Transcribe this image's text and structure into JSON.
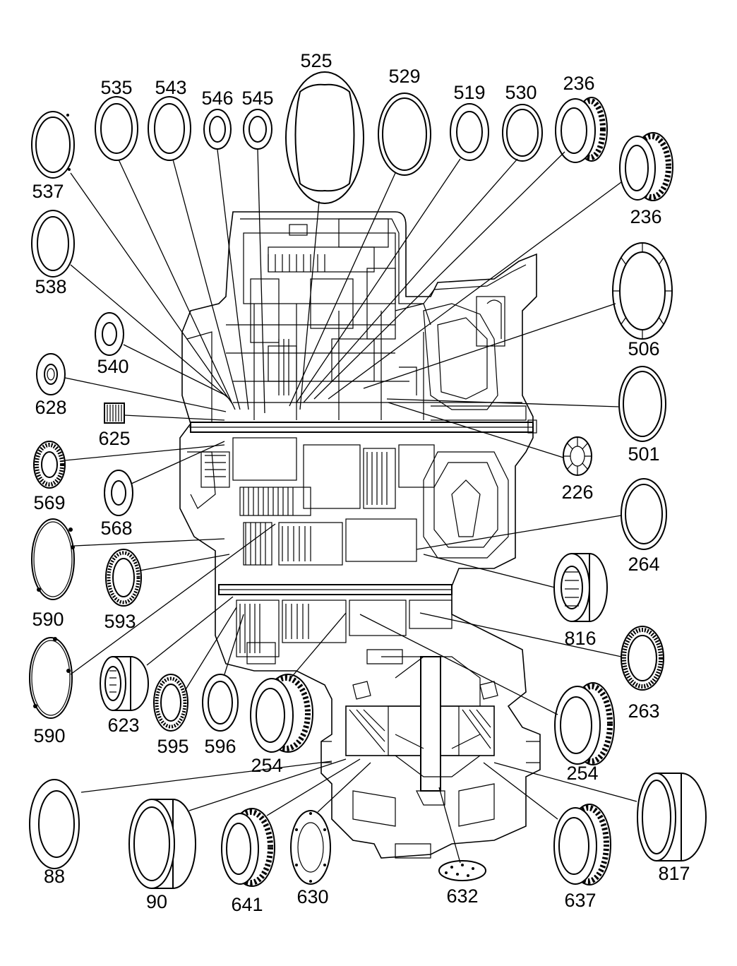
{
  "labels": {
    "p525": "525",
    "p535": "535",
    "p543": "543",
    "p546": "546",
    "p545": "545",
    "p529": "529",
    "p519": "519",
    "p530": "530",
    "p236a": "236",
    "p236b": "236",
    "p537": "537",
    "p538": "538",
    "p540": "540",
    "p628": "628",
    "p625": "625",
    "p569": "569",
    "p568": "568",
    "p590a": "590",
    "p593": "593",
    "p590b": "590",
    "p623": "623",
    "p595": "595",
    "p596": "596",
    "p254a": "254",
    "p254b": "254",
    "p506": "506",
    "p501": "501",
    "p226": "226",
    "p264": "264",
    "p816": "816",
    "p263": "263",
    "p88": "88",
    "p90": "90",
    "p641": "641",
    "p630": "630",
    "p632": "632",
    "p637": "637",
    "p817": "817"
  }
}
